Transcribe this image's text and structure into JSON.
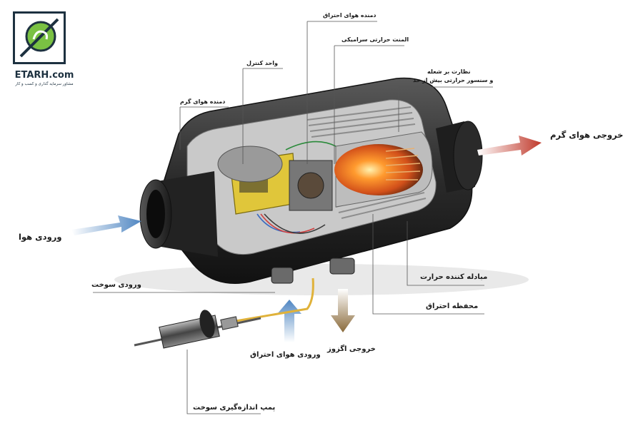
{
  "logo": {
    "name": "ETARH.com",
    "tagline": "مشاور سرمایه گذاری و کسب و کار"
  },
  "labels": {
    "hot_air_blower": "دمنده هوای گرم",
    "control_unit": "واحد کنترل",
    "combustion_air_blower": "دمنده هوای احتراق",
    "ceramic_glow_element": "المنت حرارتی سرامیکی",
    "flame_monitor_line1": "نظارت بر شعله",
    "flame_monitor_line2": "و سنسور حرارتی بیش از حد",
    "hot_air_outlet": "خروجی هوای گرم",
    "air_inlet": "ورودی هوا",
    "fuel_inlet": "ورودی سوخت",
    "heat_exchanger": "مبادله کننده حرارت",
    "combustion_chamber": "محفظه احتراق",
    "combustion_air_inlet": "ورودی هوای احتراق",
    "exhaust_outlet": "خروجی اگزوز",
    "fuel_metering_pump": "پمپ اندازه‌گیری سوخت"
  },
  "colors": {
    "logo_dark": "#1d3140",
    "logo_green": "#7ac143",
    "inlet_arrow": "#5a8fc6",
    "outlet_arrow": "#c0392b",
    "exhaust_arrow": "#8a6a3a",
    "fuel_line": "#e0b23a"
  }
}
